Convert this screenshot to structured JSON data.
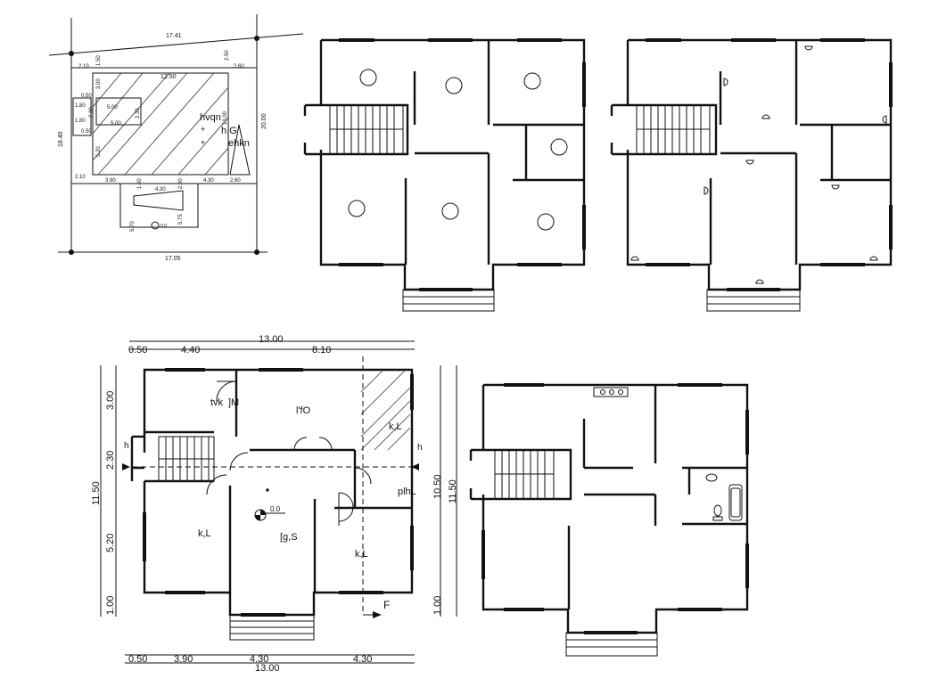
{
  "site_plan": {
    "dims": {
      "top": "17.41",
      "bottom": "17.05",
      "left": "18.40",
      "right": "20.00",
      "d210a": "2.10",
      "d150": "1.50",
      "d300": "3.00",
      "d1250": "12.50",
      "d250": "2.50",
      "d260a": "2.60",
      "d050a": "0.50",
      "d180a": "1.80",
      "d500a": "5.00",
      "d230a": "2.30",
      "d235": "2.35",
      "d180b": "1.80",
      "d500b": "5.00",
      "d050b": "0.50",
      "d1000": "10.00",
      "d520": "5.20",
      "d210b": "2.10",
      "d390": "3.90",
      "d100a": "1.00",
      "d430a": "4.30",
      "d200": "2.00",
      "d430b": "4.30",
      "d260b": "2.60",
      "d570": "5.70",
      "d575": "5.75",
      "lvl": "0.0"
    },
    "labels": {
      "l1": "hvqn",
      "l2": "h.G",
      "l3": "ehkn",
      "plus1": "+",
      "plus2": "+"
    }
  },
  "ground_floor": {
    "top_dims": [
      "0.50",
      "4.40",
      "13.00",
      "8.10"
    ],
    "bottom_dims": [
      "0.50",
      "3.90",
      "4.30",
      "4.30",
      "13.00"
    ],
    "left_dims": [
      "3.00",
      "2.30",
      "11.50",
      "5.20",
      "1.00"
    ],
    "right_dims": [
      "10.50",
      "11.50",
      "1.00"
    ],
    "rooms": {
      "r1": "tvk",
      "r1b": "]M",
      "r2": "l'fO",
      "r3": "k,L",
      "r4": "plhL",
      "r5": "k,L",
      "r6": "[g,S",
      "r7": "k,L"
    },
    "level": "0.0",
    "section_marks": [
      "h",
      "h",
      "F"
    ]
  }
}
